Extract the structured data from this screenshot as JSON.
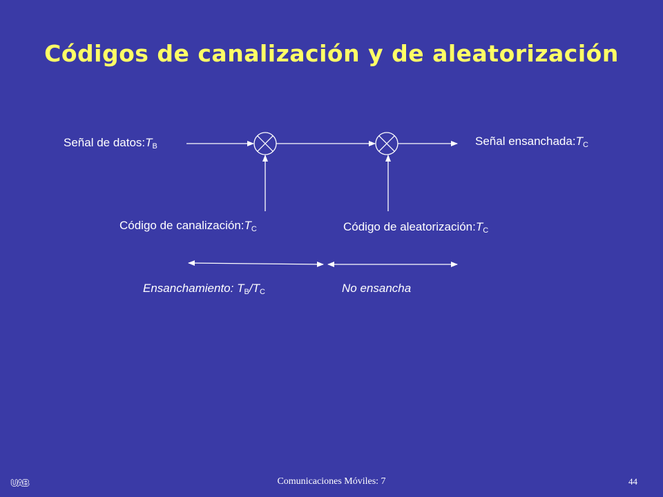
{
  "title": "Códigos de canalización y de aleatorización",
  "colors": {
    "background": "#3a3aa6",
    "title": "#ffff66",
    "text": "#ffffff"
  },
  "diagram": {
    "input_label": {
      "text": "Señal de datos:",
      "var": "T",
      "sub": "B"
    },
    "output_label": {
      "text": "Señal ensanchada:",
      "var": "T",
      "sub": "C"
    },
    "channel_code_label": {
      "text": "Código de canalización:",
      "var": "T",
      "sub": "C"
    },
    "scramble_code_label": {
      "text": "Código de aleatorización:",
      "var": "T",
      "sub": "C"
    },
    "spreading_label": {
      "text": "Ensanchamiento: ",
      "var1": "T",
      "sub1": "B",
      "slash": "/",
      "var2": "T",
      "sub2": "C"
    },
    "no_spreading_label": "No ensancha",
    "multiplier_icon": "multiplier-circle-x-icon"
  },
  "footer": {
    "course": "Comunicaciones Móviles: 7",
    "page": "44",
    "logo_text": "UAB"
  }
}
